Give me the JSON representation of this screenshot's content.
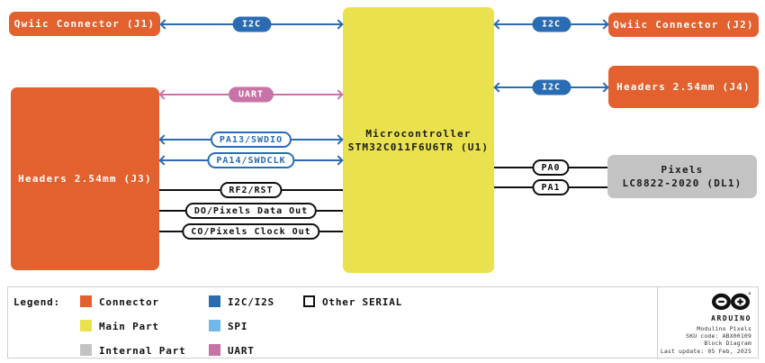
{
  "blocks": {
    "j1": "Qwiic Connector (J1)",
    "j2": "Qwiic Connector (J2)",
    "j3": "Headers 2.54mm (J3)",
    "j4": "Headers 2.54mm (J4)",
    "u1_line1": "Microcontroller",
    "u1_line2": "STM32C011F6U6TR (U1)",
    "dl1_line1": "Pixels",
    "dl1_line2": "LC8822-2020 (DL1)"
  },
  "connections": {
    "j1_i2c": "I2C",
    "j2_i2c": "I2C",
    "j4_i2c": "I2C",
    "uart": "UART",
    "swdio": "PA13/SWDIO",
    "swdclk": "PA14/SWDCLK",
    "rst": "RF2/RST",
    "pixels_data": "DO/Pixels Data Out",
    "pixels_clock": "CO/Pixels Clock Out",
    "pa0": "PA0",
    "pa1": "PA1"
  },
  "legend": {
    "title": "Legend:",
    "items": [
      {
        "label": "Connector",
        "color": "#E2612F"
      },
      {
        "label": "Main Part",
        "color": "#EAE14E"
      },
      {
        "label": "Internal Part",
        "color": "#C3C3C3"
      },
      {
        "label": "I2C/I2S",
        "color": "#2A6CB3"
      },
      {
        "label": "SPI",
        "color": "#6FB9E9"
      },
      {
        "label": "UART",
        "color": "#C873A7"
      },
      {
        "label": "Other SERIAL",
        "color": "#FFFFFF"
      }
    ]
  },
  "footer": {
    "brand": "ARDUINO",
    "product": "Modulino Pixels",
    "sku": "SKU code: ABX00109",
    "doc_type": "Block Diagram",
    "last_update": "Last update: 05 Feb, 2025"
  },
  "colors": {
    "connector": "#E2612F",
    "main_part": "#EAE14E",
    "internal_part": "#C3C3C3",
    "i2c": "#2A6CB3",
    "spi": "#6FB9E9",
    "uart": "#C873A7",
    "wire": "#111111"
  }
}
